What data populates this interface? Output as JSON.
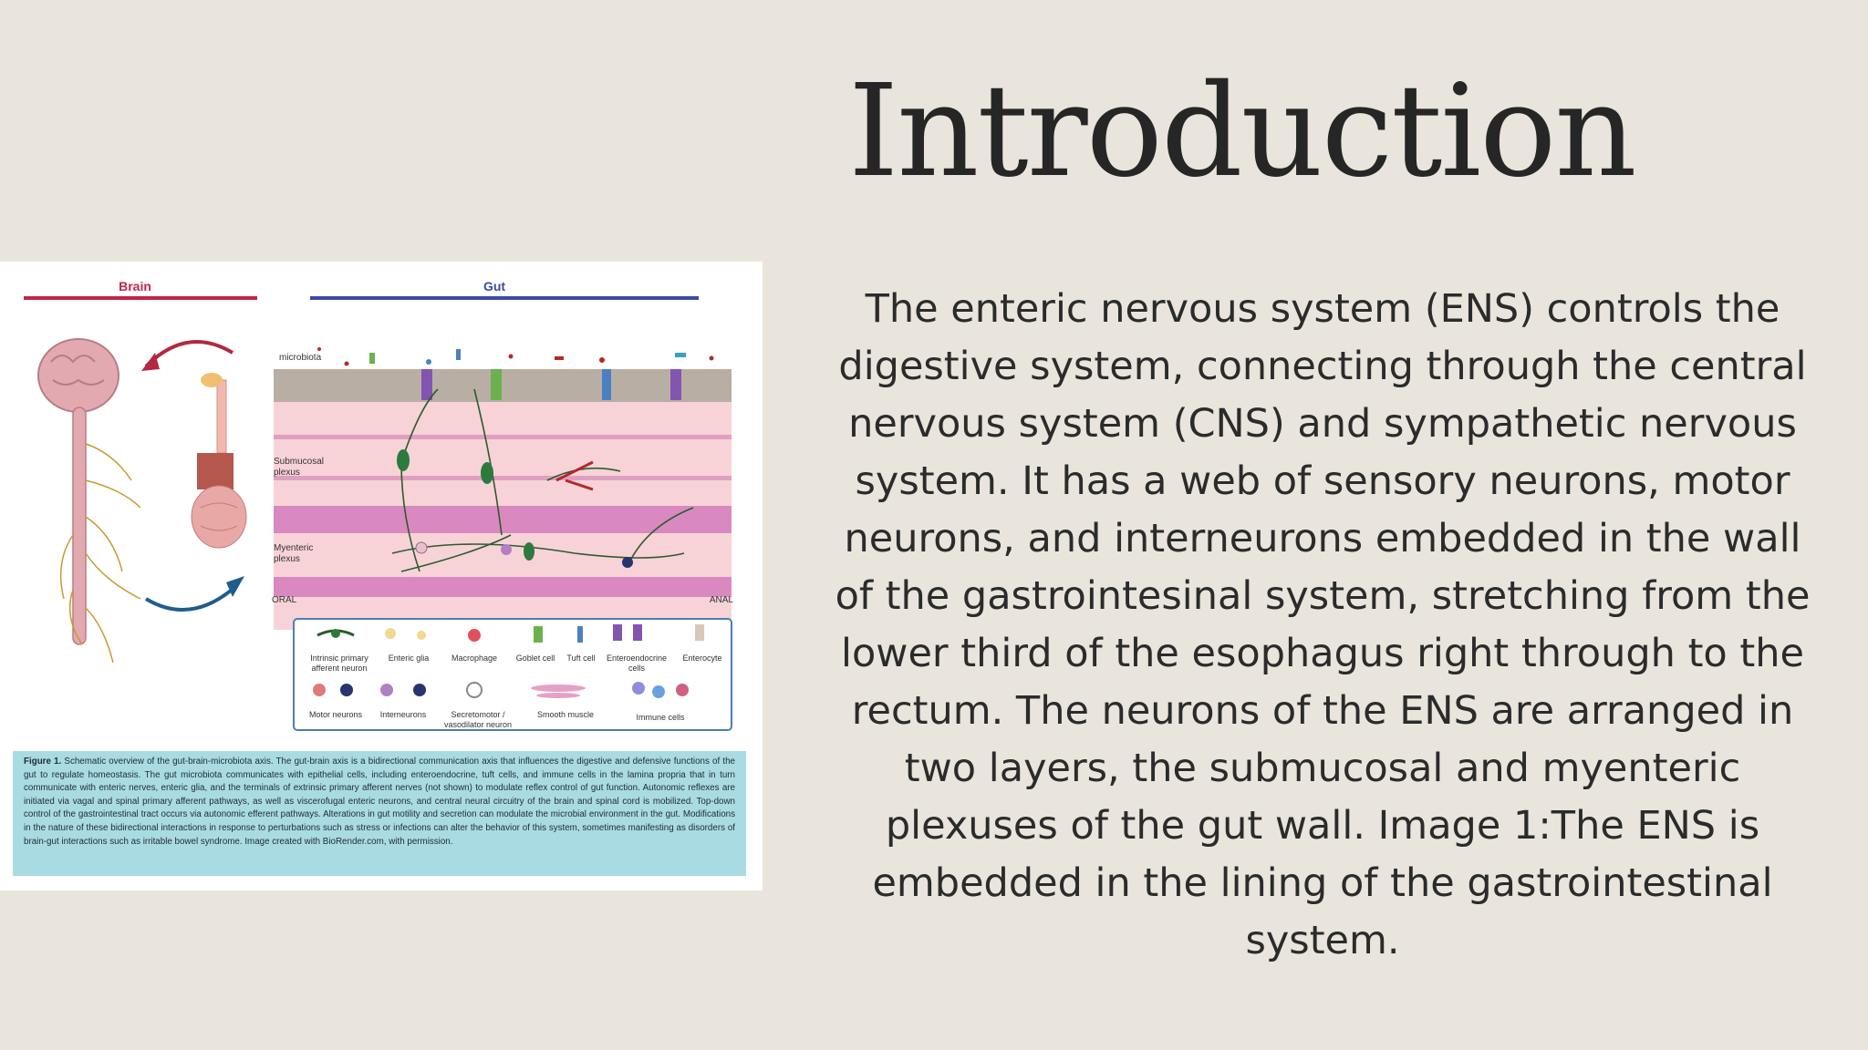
{
  "slide": {
    "title": "Introduction",
    "body": "The enteric nervous system (ENS) controls the digestive system, connecting through the central nervous system (CNS) and sympathetic nervous system. It has a web of sensory neurons, motor neurons, and interneurons embedded in the wall of the gastrointesinal system, stretching from the lower third of the esophagus right through to the rectum. The neurons of the ENS are arranged in two layers, the submucosal and myenteric plexuses of the gut wall. Image 1:The ENS is embedded in the lining of the gastrointestinal system."
  },
  "figure": {
    "header_brain": "Brain",
    "header_gut": "Gut",
    "label_microbiota": "microbiota",
    "label_submucosal_1": "Submucosal",
    "label_submucosal_2": "plexus",
    "label_myenteric_1": "Myenteric",
    "label_myenteric_2": "plexus",
    "label_oral": "ORAL",
    "label_anal": "ANAL",
    "legend": {
      "intrinsic_1": "Intrinsic primary",
      "intrinsic_2": "afferent neuron",
      "enteric_glia": "Enteric glia",
      "macrophage": "Macrophage",
      "goblet": "Goblet cell",
      "tuft": "Tuft cell",
      "entero_1": "Enteroendocrine",
      "entero_2": "cells",
      "enterocyte": "Enterocyte",
      "motor": "Motor neurons",
      "interneurons": "Interneurons",
      "secreto_1": "Secretomotor /",
      "secreto_2": "vasodilator neuron",
      "smooth": "Smooth muscle",
      "immune": "Immune cells"
    },
    "caption_label": "Figure 1.",
    "caption_text": "Schematic overview of the gut-brain-microbiota axis. The gut-brain axis is a bidirectional communication axis that influences the digestive and defensive functions of the gut to regulate homeostasis. The gut microbiota communicates with epithelial cells, including enteroendocrine, tuft cells, and immune cells in the lamina propria that in turn communicate with enteric nerves, enteric glia, and the terminals of extrinsic primary afferent nerves (not shown) to modulate reflex control of gut function. Autonomic reflexes are initiated via vagal and spinal primary afferent pathways, as well as viscerofugal enteric neurons, and central neural circuitry of the brain and spinal cord is mobilized. Top-down control of the gastrointestinal tract occurs via autonomic efferent pathways. Alterations in gut motility and secretion can modulate the microbial environment in the gut. Modifications in the nature of these bidirectional interactions in response to perturbations such as stress or infections can alter the behavior of this system, sometimes manifesting as disorders of brain-gut interactions such as irritable bowel syndrome. Image created with BioRender.com, with permission."
  },
  "colors": {
    "background": "#e9e5dc",
    "brain_header": "#c2244a",
    "gut_header": "#3a4aa6",
    "caption_bg": "#a9dbe3"
  }
}
